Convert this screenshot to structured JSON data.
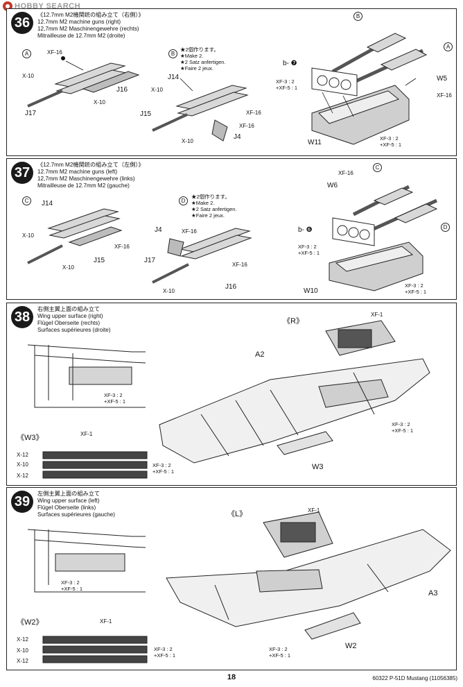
{
  "watermark": {
    "text": "HOBBY SEARCH"
  },
  "steps": {
    "s36": {
      "number": "36",
      "title_jp": "《12.7mm M2機関銃の組み立て（右側）》",
      "title_en": "12.7mm M2 machine guns (right)",
      "title_de": "12,7mm M2 Maschinengewehre (rechts)",
      "title_fr": "Mitrailleuse de 12.7mm M2 (droite)",
      "sub_a": "A",
      "sub_b": "B",
      "sub_b2": "B",
      "sub_a2": "A",
      "make2_jp": "★2個作ります。",
      "make2_en": "★Make 2.",
      "make2_de": "★2 Satz anfertigen.",
      "make2_fr": "★Faire 2 jeux.",
      "p_xf16_a": "XF-16",
      "p_x10_a": "X-10",
      "p_j16": "J16",
      "p_x10_a2": "X-10",
      "p_j17": "J17",
      "p_j14": "J14",
      "p_x10_b": "X-10",
      "p_j15": "J15",
      "p_xf16_b": "XF-16",
      "p_xf16_b2": "XF-16",
      "p_x10_b2": "X-10",
      "p_j4": "J4",
      "p_b7": "b- ❼",
      "p_paint1": "XF-3 : 2",
      "p_paint1b": "+XF-5 : 1",
      "p_w5": "W5",
      "p_xf16_w": "XF-16",
      "p_w11": "W11",
      "p_paint2": "XF-3 : 2",
      "p_paint2b": "+XF-5 : 1"
    },
    "s37": {
      "number": "37",
      "title_jp": "《12.7mm M2機関銃の組み立て（左側）》",
      "title_en": "12.7mm M2 machine guns (left)",
      "title_de": "12,7mm M2 Maschinengewehre (links)",
      "title_fr": "Mitrailleuse de 12.7mm M2 (gauche)",
      "sub_c": "C",
      "sub_d": "D",
      "sub_c2": "C",
      "sub_d2": "D",
      "make2_jp": "★2個作ります。",
      "make2_en": "★Make 2.",
      "make2_de": "★2 Satz anfertigen.",
      "make2_fr": "★Faire 2 jeux.",
      "p_j14": "J14",
      "p_x10_c": "X-10",
      "p_xf16_c": "XF-16",
      "p_j15": "J15",
      "p_x10_c2": "X-10",
      "p_j4": "J4",
      "p_xf16_d": "XF-16",
      "p_j17": "J17",
      "p_xf16_d2": "XF-16",
      "p_x10_d": "X-10",
      "p_j16": "J16",
      "p_xf16_w": "XF-16",
      "p_w6": "W6",
      "p_b6": "b- ❻",
      "p_paint1": "XF-3 : 2",
      "p_paint1b": "+XF-5 : 1",
      "p_w10": "W10",
      "p_paint2": "XF-3 : 2",
      "p_paint2b": "+XF-5 : 1"
    },
    "s38": {
      "number": "38",
      "title_jp": "右側主翼上面の組み立て",
      "title_en": "Wing upper surface (right)",
      "title_de": "Flügel Oberseite (rechts)",
      "title_fr": "Surfaces supérieures (droite)",
      "p_r": "《R》",
      "p_xf1": "XF-1",
      "p_a2": "A2",
      "p_paint_a": "XF-3 : 2",
      "p_paint_ab": "+XF-5 : 1",
      "p_paint_b": "XF-3 : 2",
      "p_paint_bb": "+XF-5 : 1",
      "p_w3box": "《W3》",
      "p_xf1b": "XF-1",
      "p_x12a": "X-12",
      "p_x10": "X-10",
      "p_x12b": "X-12",
      "p_paint_c": "XF-3 : 2",
      "p_paint_cb": "+XF-5 : 1",
      "p_w3": "W3"
    },
    "s39": {
      "number": "39",
      "title_jp": "左側主翼上面の組み立て",
      "title_en": "Wing upper surface (left)",
      "title_de": "Flügel Oberseite (links)",
      "title_fr": "Surfaces supérieures (gauche)",
      "p_l": "《L》",
      "p_xf1": "XF-1",
      "p_a3": "A3",
      "p_paint_a": "XF-3 : 2",
      "p_paint_ab": "+XF-5 : 1",
      "p_paint_b": "XF-3 : 2",
      "p_paint_bb": "+XF-5 : 1",
      "p_w2box": "《W2》",
      "p_xf1b": "XF-1",
      "p_x12a": "X-12",
      "p_x10": "X-10",
      "p_x12b": "X-12",
      "p_paint_c": "XF-3 : 2",
      "p_paint_cb": "+XF-5 : 1",
      "p_w2": "W2"
    }
  },
  "footer": {
    "page_number": "18",
    "code": "60322  P-51D Mustang (11056385)"
  }
}
